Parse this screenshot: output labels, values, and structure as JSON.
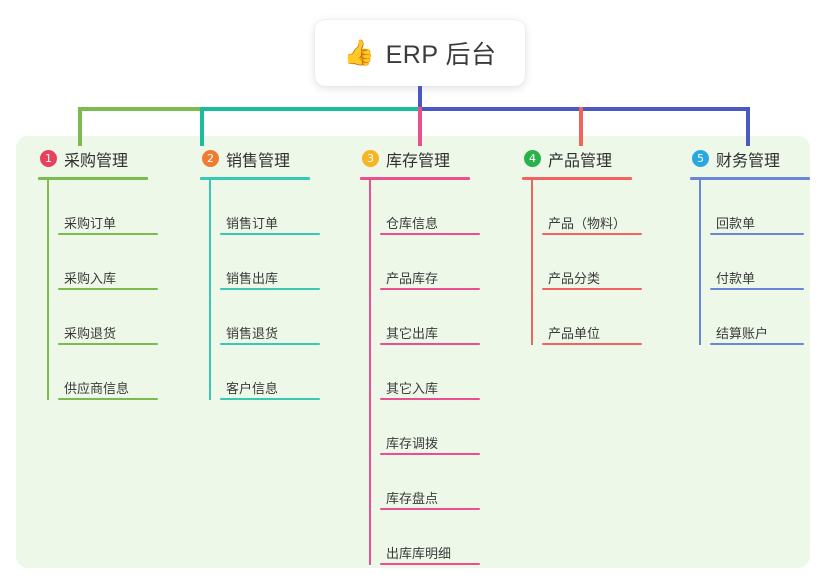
{
  "root": {
    "icon": "thumbs-up-icon",
    "icon_glyph": "👍",
    "label": "ERP 后台"
  },
  "palette": {
    "panel_bg": "#eef8e9",
    "root_stem": "#4a58c4",
    "bar_green": "#7cbb4f",
    "bar_teal": "#1abc9c",
    "bar_indigo": "#4a58c4",
    "text": "#3a3a3a"
  },
  "columns": [
    {
      "number": "1",
      "badge_color": "#e8415c",
      "line_color": "#7cbb4f",
      "title": "采购管理",
      "items": [
        "采购订单",
        "采购入库",
        "采购退货",
        "供应商信息"
      ]
    },
    {
      "number": "2",
      "badge_color": "#f07b33",
      "line_color": "#37c9b4",
      "title": "销售管理",
      "items": [
        "销售订单",
        "销售出库",
        "销售退货",
        "客户信息"
      ]
    },
    {
      "number": "3",
      "badge_color": "#f5b525",
      "line_color": "#ea4f90",
      "title": "库存管理",
      "items": [
        "仓库信息",
        "产品库存",
        "其它出库",
        "其它入库",
        "库存调拨",
        "库存盘点",
        "出库库明细"
      ]
    },
    {
      "number": "4",
      "badge_color": "#2bb14b",
      "line_color": "#f2635f",
      "title": "产品管理",
      "items": [
        "产品（物料）",
        "产品分类",
        "产品单位"
      ]
    },
    {
      "number": "5",
      "badge_color": "#29a8e0",
      "line_color": "#6b86d6",
      "title": "财务管理",
      "items": [
        "回款单",
        "付款单",
        "结算账户"
      ]
    }
  ]
}
